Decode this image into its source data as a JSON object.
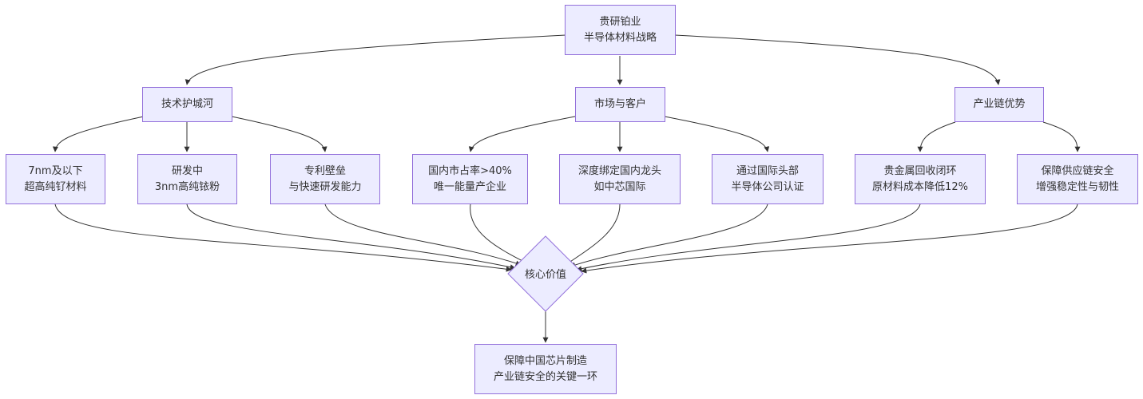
{
  "nodes": {
    "root": [
      "贵研铂业",
      "半导体材料战略"
    ],
    "tech": "技术护城河",
    "market": "市场与客户",
    "chain": "产业链优势",
    "tech_1": [
      "7nm及以下",
      "超高纯钌材料"
    ],
    "tech_2": [
      "研发中",
      "3nm高纯铱粉"
    ],
    "tech_3": [
      "专利壁垒",
      "与快速研发能力"
    ],
    "market_1": [
      "国内市占率>40%",
      "唯一能量产企业"
    ],
    "market_2": [
      "深度绑定国内龙头",
      "如中芯国际"
    ],
    "market_3": [
      "通过国际头部",
      "半导体公司认证"
    ],
    "chain_1": [
      "贵金属回收闭环",
      "原材料成本降低12%"
    ],
    "chain_2": [
      "保障供应链安全",
      "增强稳定性与韧性"
    ],
    "core": "核心价值",
    "result": [
      "保障中国芯片制造",
      "产业链安全的关键一环"
    ]
  },
  "colors": {
    "node_fill": "#ececff",
    "node_stroke": "#9370db",
    "edge": "#333333",
    "text": "#333333"
  }
}
